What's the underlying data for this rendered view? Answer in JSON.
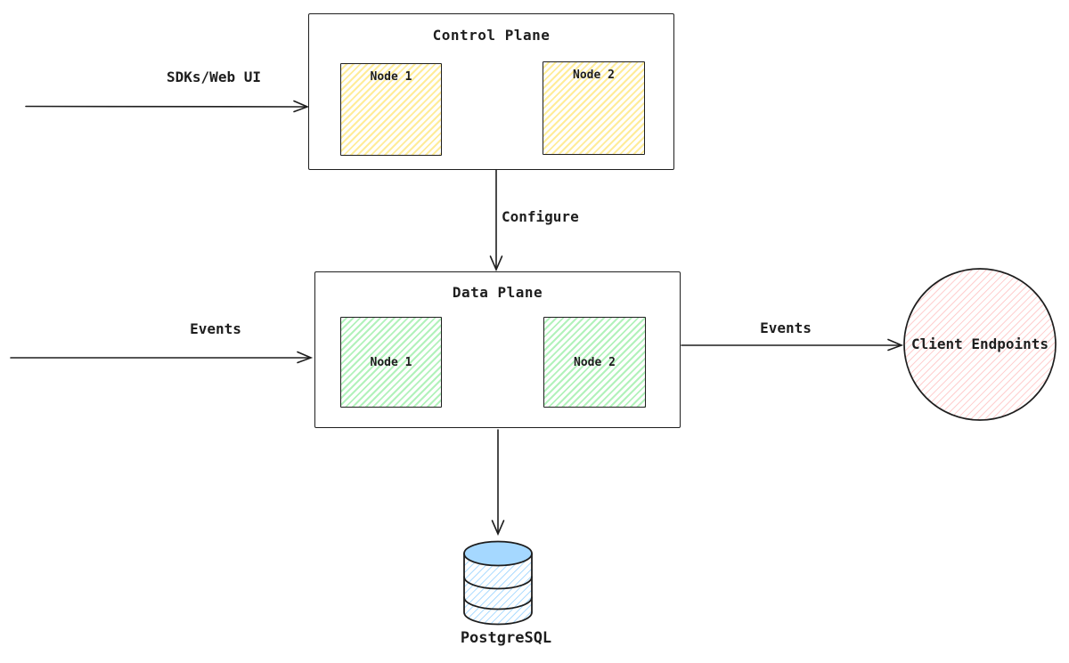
{
  "diagram": {
    "control_plane": {
      "title": "Control Plane",
      "nodes": [
        {
          "label": "Node 1"
        },
        {
          "label": "Node 2"
        }
      ]
    },
    "data_plane": {
      "title": "Data Plane",
      "nodes": [
        {
          "label": "Node 1"
        },
        {
          "label": "Node 2"
        }
      ]
    },
    "client_endpoints": {
      "label": "Client Endpoints"
    },
    "database": {
      "label": "PostgreSQL"
    },
    "edges": {
      "sdks_web_ui": "SDKs/Web UI",
      "configure": "Configure",
      "events_in": "Events",
      "events_out": "Events"
    },
    "colors": {
      "stroke": "#1e1e1e",
      "control_node_fill": "#ffec99",
      "data_node_fill": "#b2f2bb",
      "client_endpoints_fill": "#ffc9c9",
      "database_fill": "#a5d8ff"
    }
  }
}
